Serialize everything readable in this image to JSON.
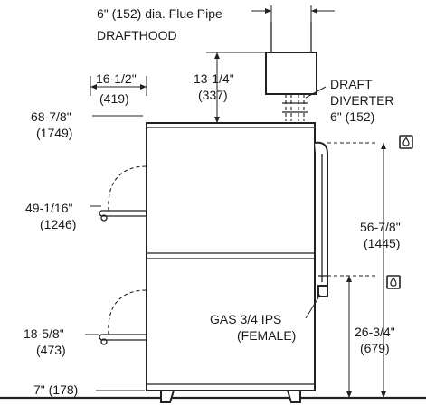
{
  "labels": {
    "flue_pipe": "6\" (152) dia. Flue Pipe",
    "drafthood": "DRAFTHOOD",
    "draft": "DRAFT",
    "diverter": "DIVERTER",
    "diverter_size": "6\" (152)",
    "width_in": "16-1/2\"",
    "width_mm": "(419)",
    "flue_height_in": "13-1/4\"",
    "flue_height_mm": "(337)",
    "overall_height_in": "68-7/8\"",
    "overall_height_mm": "(1749)",
    "upper_shelf_in": "49-1/16\"",
    "upper_shelf_mm": "(1246)",
    "lower_shelf_in": "18-5/8\"",
    "lower_shelf_mm": "(473)",
    "leg_height": "7\" (178)",
    "upper_gas_in": "56-7/8\"",
    "upper_gas_mm": "(1445)",
    "lower_gas_in": "26-3/4\"",
    "lower_gas_mm": "(679)",
    "gas_connection": "GAS 3/4 IPS",
    "gas_female": "(FEMALE)"
  },
  "icons": [
    "gas-connection-icon",
    "gas-connection-icon"
  ]
}
